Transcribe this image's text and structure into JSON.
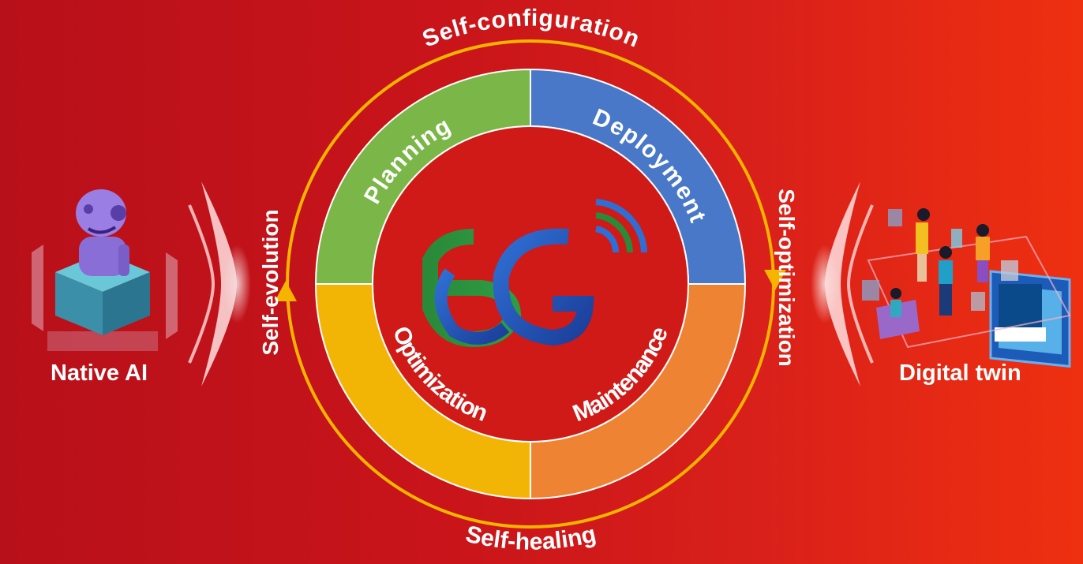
{
  "cycle": {
    "top": "Self-configuration",
    "right": "Self-optimization",
    "bottom": "Self-healing",
    "left": "Self-evolution",
    "arrow_color": "#f5b400"
  },
  "quadrants": [
    {
      "label": "Planning",
      "color": "#7ab648"
    },
    {
      "label": "Deployment",
      "color": "#4a78c8"
    },
    {
      "label": "Maintenance",
      "color": "#ee8433"
    },
    {
      "label": "Optimization",
      "color": "#f2b506"
    }
  ],
  "left_panel": {
    "label": "Native AI",
    "icon": "robot-icon"
  },
  "right_panel": {
    "label": "Digital twin",
    "icon": "vr-users-icon"
  },
  "center_logo": {
    "icon": "6g-logo-icon"
  }
}
